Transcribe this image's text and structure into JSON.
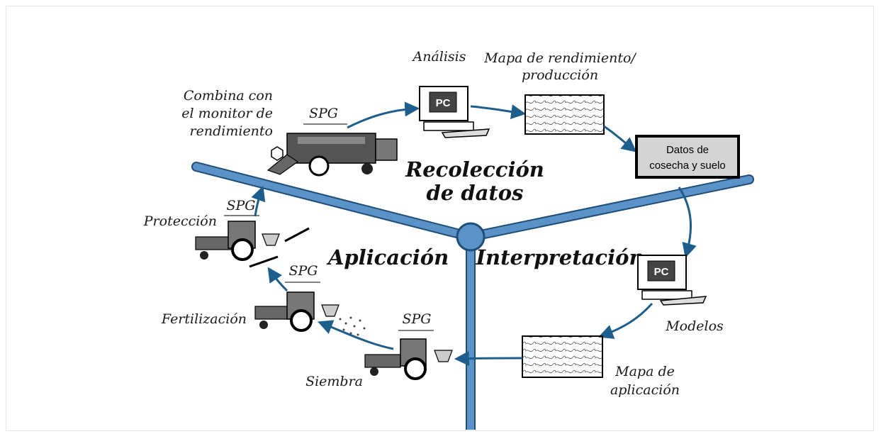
{
  "sections": {
    "collection": [
      "Recolección",
      "de datos"
    ],
    "application": "Aplicación",
    "interpretation": "Interpretación"
  },
  "labels": {
    "combine": [
      "Combina con",
      "el monitor de",
      "rendimiento"
    ],
    "analysis": "Análisis",
    "yield_map": [
      "Mapa de rendimiento/",
      "producción"
    ],
    "data_box": [
      "Datos de",
      "cosecha y suelo"
    ],
    "models": "Modelos",
    "application_map": [
      "Mapa de",
      "aplicación"
    ],
    "sowing": "Siembra",
    "fertilization": "Fertilización",
    "protection": "Protección",
    "spg": "SPG",
    "pc": "PC"
  },
  "colors": {
    "beam": "#5b92c7",
    "beam_edge": "#1f4e79",
    "arrow": "#1d5e8c",
    "data_box_fill": "#d4d4d4"
  }
}
